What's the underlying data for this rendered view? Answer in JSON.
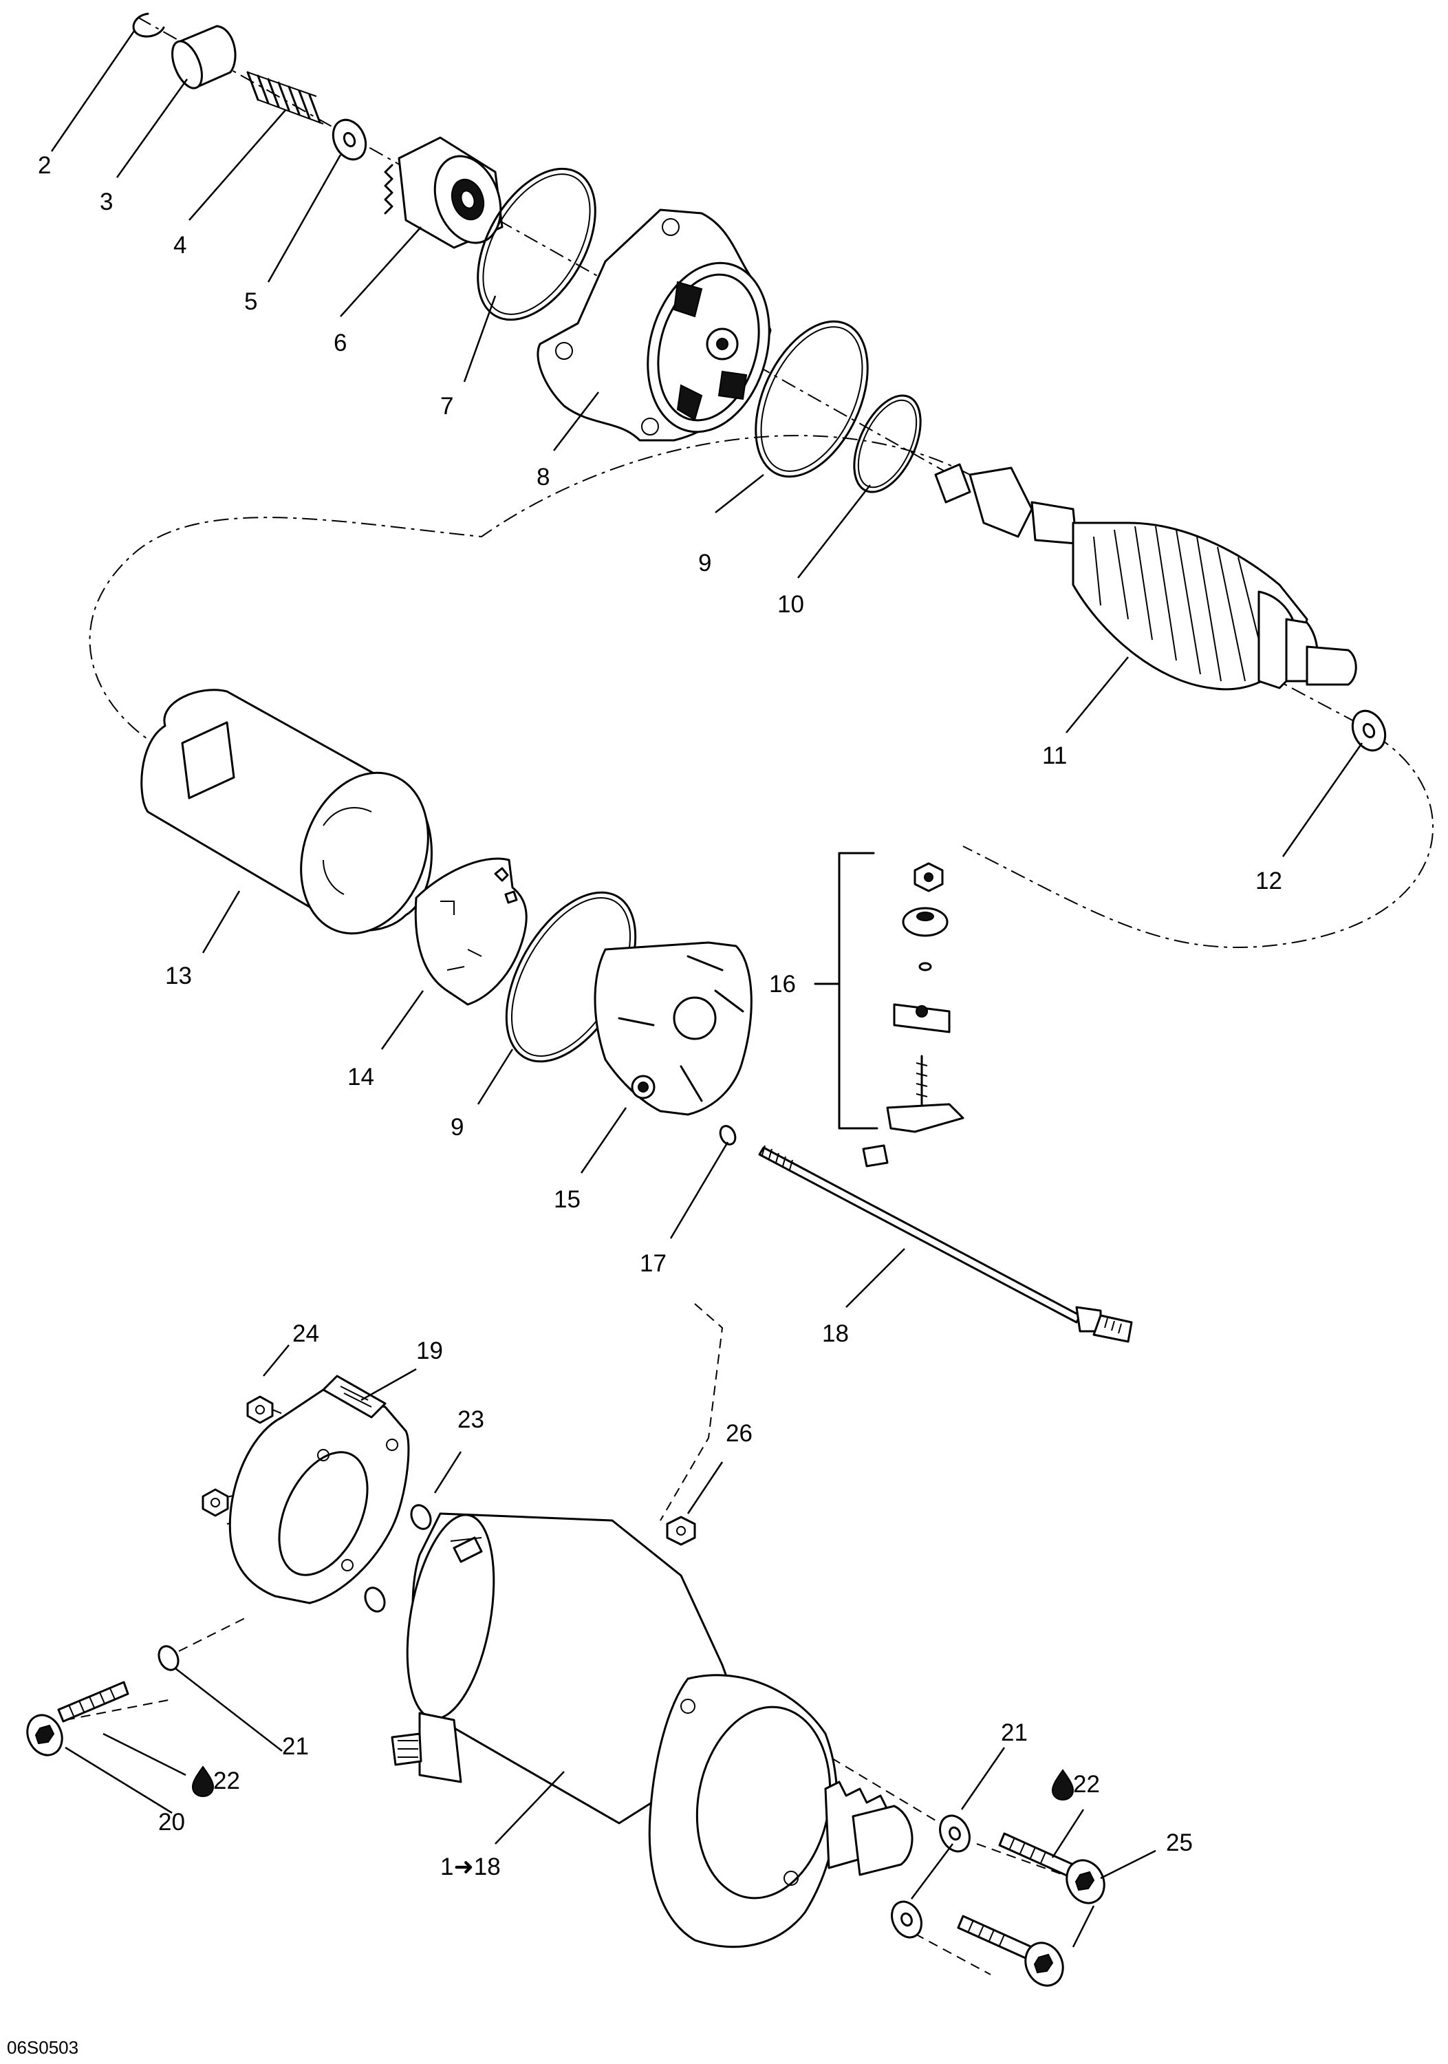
{
  "diagram_code": "06S0503",
  "callouts": {
    "c2": "2",
    "c3": "3",
    "c4": "4",
    "c5": "5",
    "c6": "6",
    "c7": "7",
    "c8": "8",
    "c9a": "9",
    "c10": "10",
    "c11": "11",
    "c12": "12",
    "c13": "13",
    "c14": "14",
    "c9b": "9",
    "c15": "15",
    "c16": "16",
    "c17": "17",
    "c18": "18",
    "c19": "19",
    "c20": "20",
    "c21a": "21",
    "c22a": "22",
    "c23": "23",
    "c24": "24",
    "c26": "26",
    "c1to18": "1➜18",
    "c21b": "21",
    "c22b": "22",
    "c25": "25"
  },
  "icons": {
    "drop": "drop-icon"
  }
}
